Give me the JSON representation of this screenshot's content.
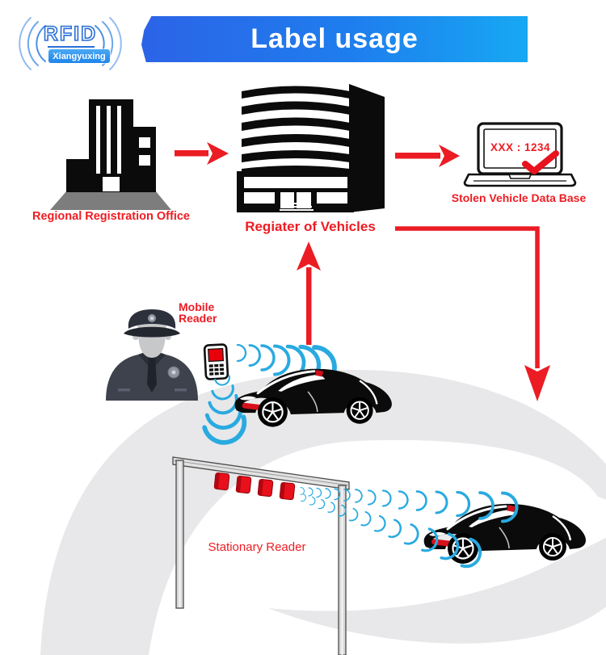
{
  "logo": {
    "brand": "RFID",
    "subbrand": "Xiangyuxing"
  },
  "header": {
    "title": "Label usage"
  },
  "nodes": {
    "regional_office": {
      "label": "Regional Registration Office"
    },
    "register_of_vehicles": {
      "label": "Regiater of Vehicles"
    },
    "stolen_vehicle_db": {
      "label": "Stolen Vehicle Data Base",
      "screen_text": "XXX : 1234"
    },
    "mobile_reader": {
      "label": "Mobile Reader"
    },
    "stationary_reader": {
      "label": "Stationary Reader"
    }
  },
  "icons": [
    "rfid-signal-waves-icon",
    "office-building-icon",
    "registry-building-icon",
    "laptop-icon",
    "check-mark-icon",
    "police-officer-icon",
    "handheld-reader-icon",
    "sports-car-icon",
    "gantry-icon",
    "reader-unit-icon",
    "arrow-right-icon",
    "arrow-up-icon",
    "arrow-down-icon"
  ],
  "colors": {
    "accent_red": "#ee1c23",
    "banner_blue_left": "#2c63e7",
    "banner_blue_right": "#17a8f3",
    "signal_blue": "#29aae0",
    "swoosh_gray": "#e8e8ea",
    "building_black": "#0b0b0b",
    "base_gray": "#7d7d7d"
  }
}
